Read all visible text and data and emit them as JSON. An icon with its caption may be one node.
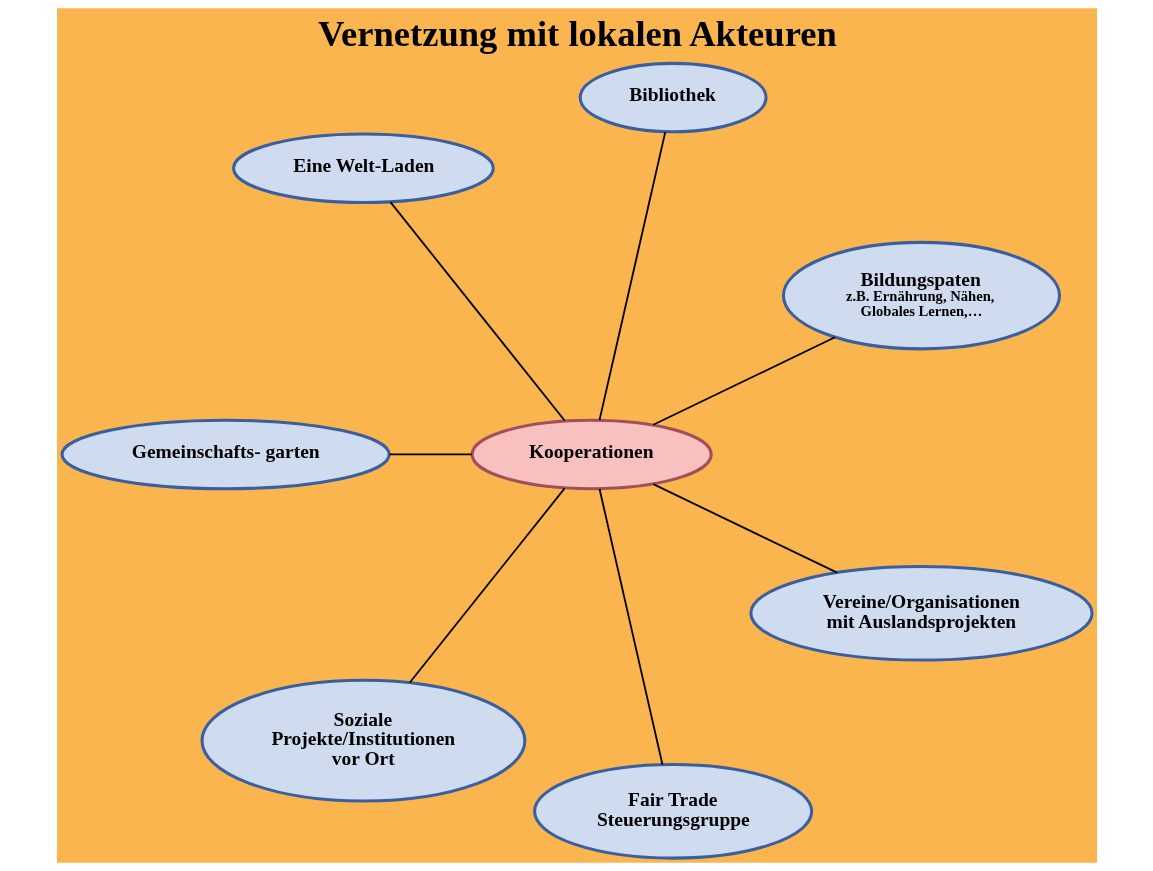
{
  "diagram": {
    "title": "Vernetzung mit lokalen Akteuren",
    "nodes": [
      {
        "text": [
          "Bildungspaten",
          "z.B. Ernährung, Nähen, Globales Lernen,…"
        ]
      },
      {
        "text": [
          "Bibliothek"
        ]
      },
      {
        "text": [
          "Eine Welt-Laden"
        ]
      },
      {
        "text": [
          "Gemeinschafts- garten"
        ]
      },
      {
        "text": [
          "Kooperationen"
        ]
      },
      {
        "text": [
          "Soziale Projekte/Institutionen vor Ort"
        ]
      },
      {
        "text": [
          "Fair Trade Steuerungsgruppe"
        ]
      },
      {
        "text": [
          "Vereine/Organisationen mit Auslandsprojekten"
        ]
      }
    ],
    "edges": [
      {
        "from": 4,
        "to": 0,
        "arrow": "none"
      },
      {
        "from": 4,
        "to": 1,
        "arrow": "none"
      },
      {
        "from": 4,
        "to": 2,
        "arrow": "none"
      },
      {
        "from": 4,
        "to": 3,
        "arrow": "none"
      },
      {
        "from": 4,
        "to": 5,
        "arrow": "none"
      },
      {
        "from": 4,
        "to": 7,
        "arrow": "none"
      },
      {
        "from": 4,
        "to": 6,
        "arrow": "none"
      }
    ]
  }
}
